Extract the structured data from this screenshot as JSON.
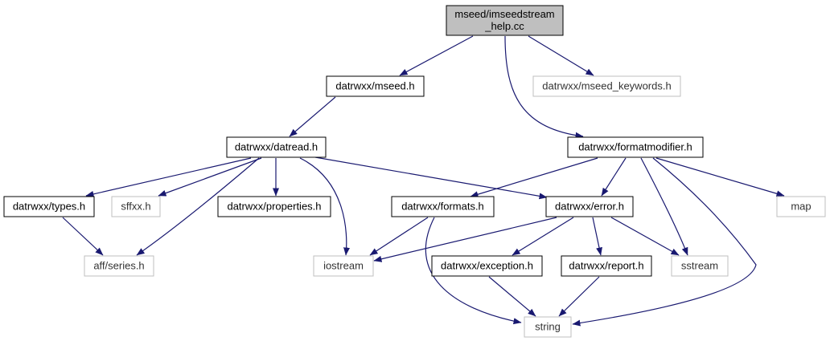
{
  "diagram": {
    "nodes": [
      {
        "id": "root",
        "lines": [
          "mseed/imseedstream",
          "_help.cc"
        ],
        "style": "root"
      },
      {
        "id": "mseed",
        "lines": [
          "datrwxx/mseed.h"
        ],
        "style": "solid"
      },
      {
        "id": "mseed_keywords",
        "lines": [
          "datrwxx/mseed_keywords.h"
        ],
        "style": "external"
      },
      {
        "id": "datread",
        "lines": [
          "datrwxx/datread.h"
        ],
        "style": "solid"
      },
      {
        "id": "formatmodifier",
        "lines": [
          "datrwxx/formatmodifier.h"
        ],
        "style": "solid"
      },
      {
        "id": "types",
        "lines": [
          "datrwxx/types.h"
        ],
        "style": "solid"
      },
      {
        "id": "sffxx",
        "lines": [
          "sffxx.h"
        ],
        "style": "external"
      },
      {
        "id": "properties",
        "lines": [
          "datrwxx/properties.h"
        ],
        "style": "solid"
      },
      {
        "id": "formats",
        "lines": [
          "datrwxx/formats.h"
        ],
        "style": "solid"
      },
      {
        "id": "error",
        "lines": [
          "datrwxx/error.h"
        ],
        "style": "solid"
      },
      {
        "id": "map",
        "lines": [
          "map"
        ],
        "style": "external"
      },
      {
        "id": "series",
        "lines": [
          "aff/series.h"
        ],
        "style": "external"
      },
      {
        "id": "iostream",
        "lines": [
          "iostream"
        ],
        "style": "external"
      },
      {
        "id": "exception",
        "lines": [
          "datrwxx/exception.h"
        ],
        "style": "solid"
      },
      {
        "id": "report",
        "lines": [
          "datrwxx/report.h"
        ],
        "style": "solid"
      },
      {
        "id": "sstream",
        "lines": [
          "sstream"
        ],
        "style": "external"
      },
      {
        "id": "string",
        "lines": [
          "string"
        ],
        "style": "external"
      }
    ],
    "edges": [
      {
        "from": "root",
        "to": "mseed"
      },
      {
        "from": "root",
        "to": "mseed_keywords"
      },
      {
        "from": "root",
        "to": "formatmodifier"
      },
      {
        "from": "mseed",
        "to": "datread"
      },
      {
        "from": "datread",
        "to": "types"
      },
      {
        "from": "datread",
        "to": "sffxx"
      },
      {
        "from": "datread",
        "to": "series"
      },
      {
        "from": "datread",
        "to": "properties"
      },
      {
        "from": "datread",
        "to": "iostream"
      },
      {
        "from": "datread",
        "to": "error"
      },
      {
        "from": "types",
        "to": "series"
      },
      {
        "from": "formatmodifier",
        "to": "formats"
      },
      {
        "from": "formatmodifier",
        "to": "error"
      },
      {
        "from": "formatmodifier",
        "to": "sstream"
      },
      {
        "from": "formatmodifier",
        "to": "map"
      },
      {
        "from": "formatmodifier",
        "to": "string"
      },
      {
        "from": "formats",
        "to": "iostream"
      },
      {
        "from": "formats",
        "to": "string"
      },
      {
        "from": "error",
        "to": "iostream"
      },
      {
        "from": "error",
        "to": "exception"
      },
      {
        "from": "error",
        "to": "report"
      },
      {
        "from": "error",
        "to": "sstream"
      },
      {
        "from": "exception",
        "to": "string"
      },
      {
        "from": "report",
        "to": "string"
      }
    ],
    "colors": {
      "edge": "#191970",
      "root_fill": "#bfbfbf",
      "solid_border": "#000000",
      "external_border": "#bfbfbf",
      "node_fill": "#ffffff"
    }
  }
}
